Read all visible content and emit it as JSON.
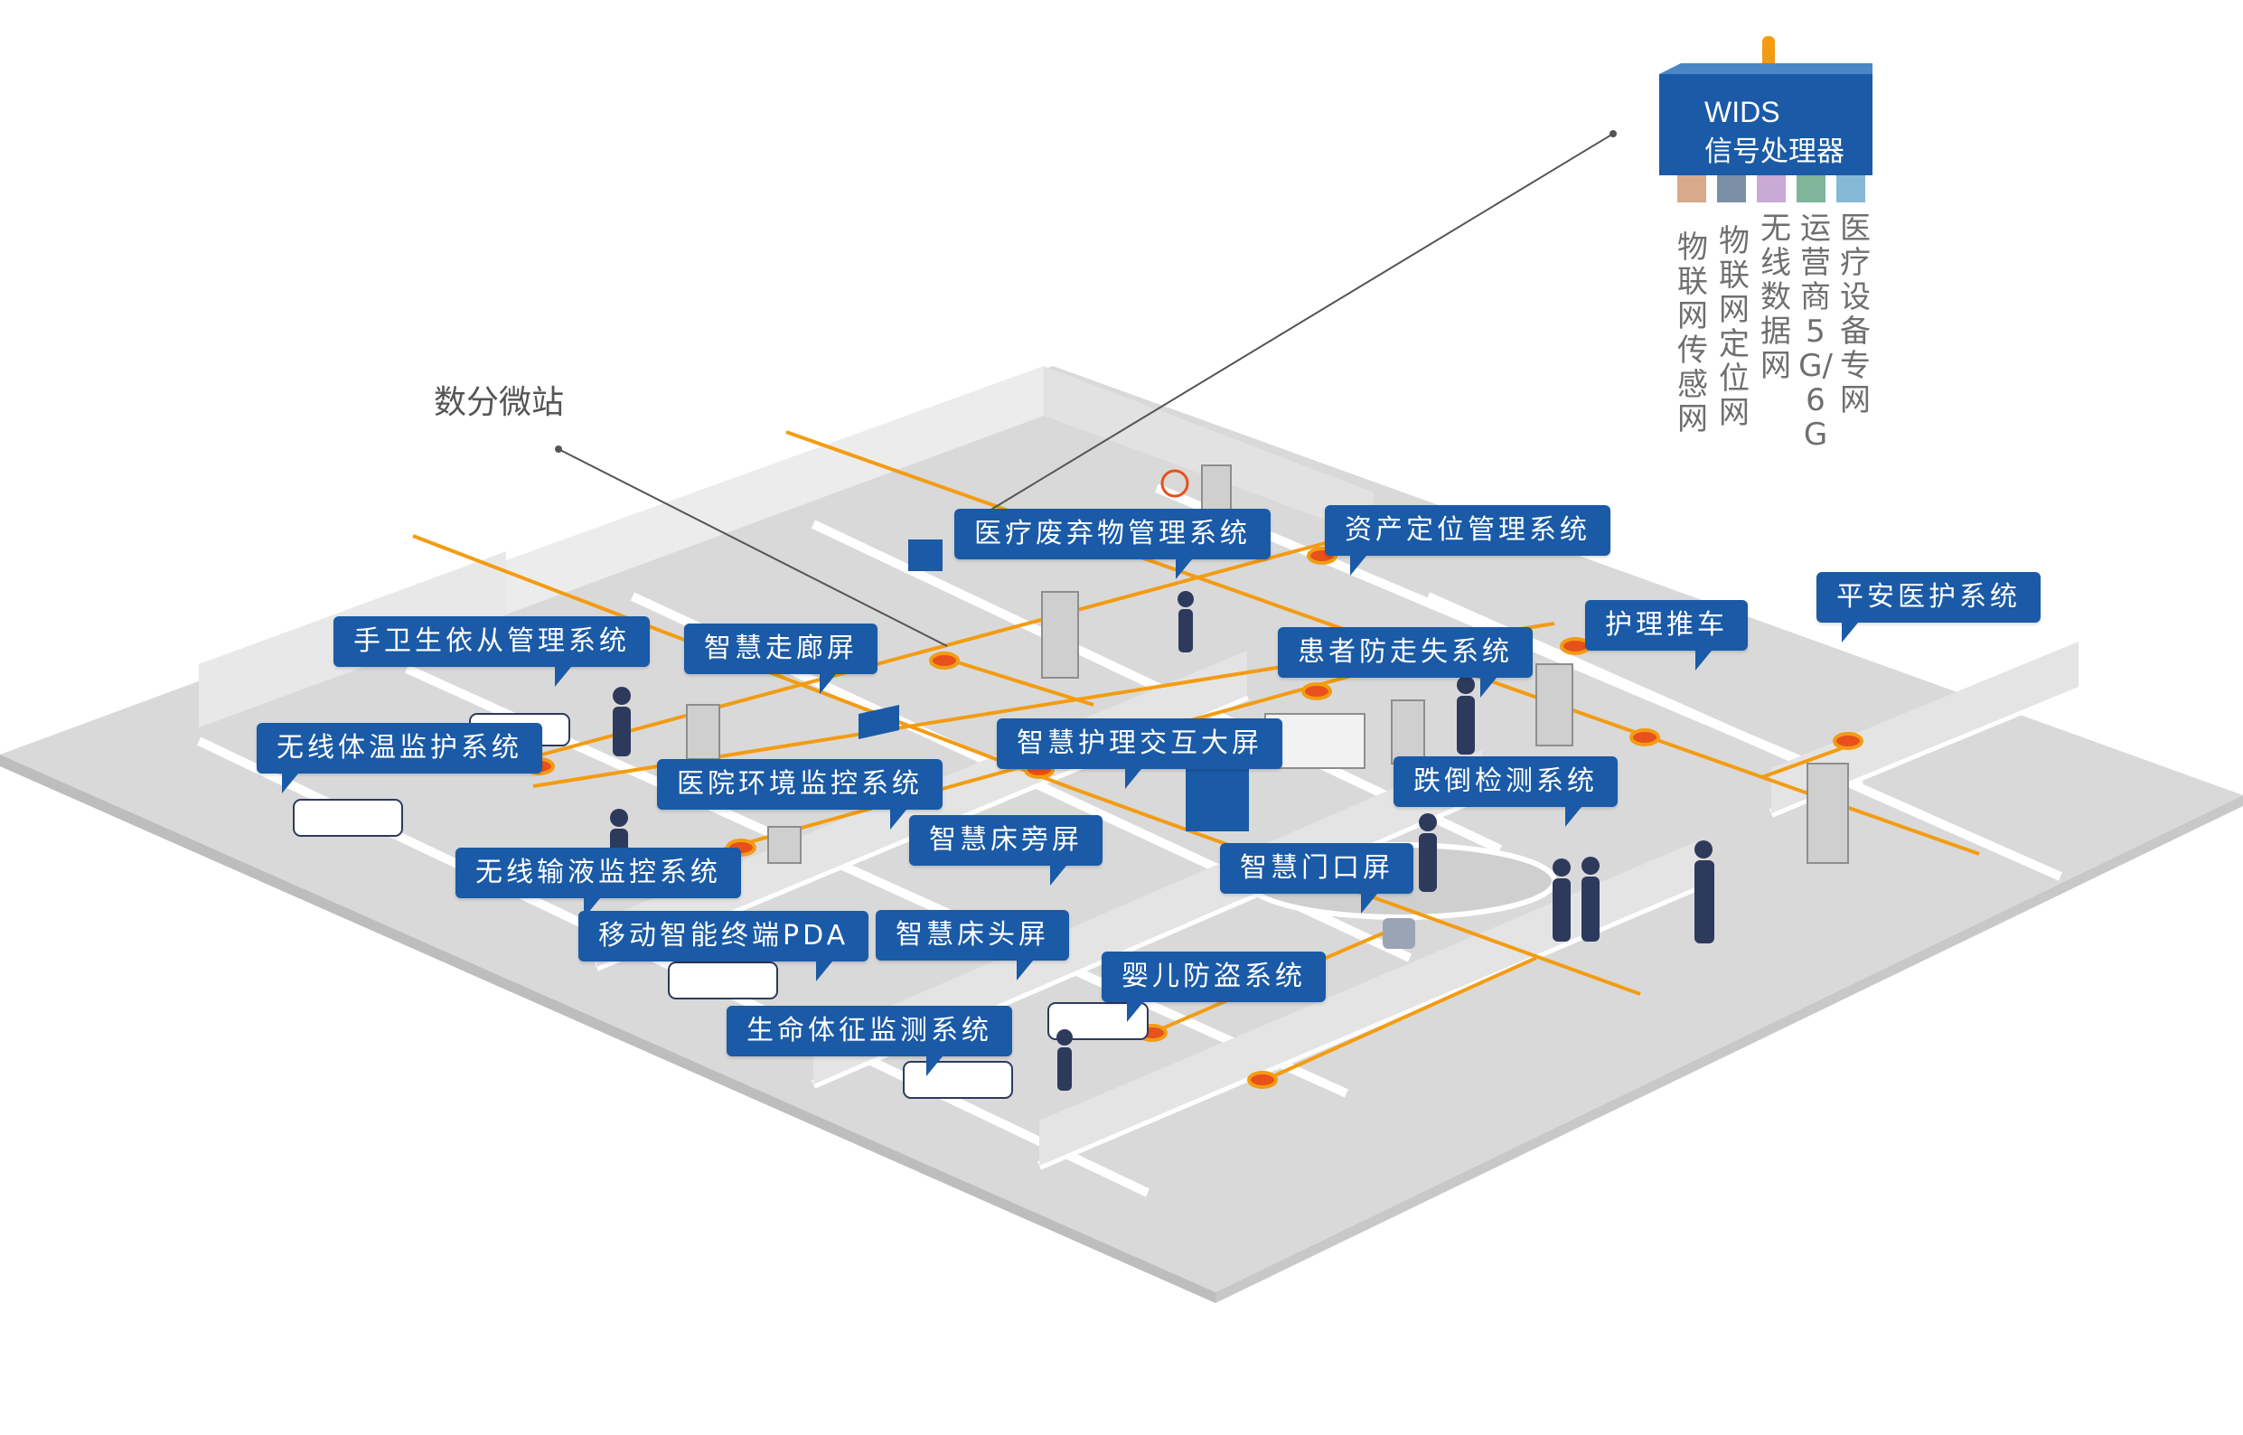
{
  "micro_station_label": "数分微站",
  "processor": {
    "title_line1": "WIDS",
    "title_line2": "信号处理器",
    "body_color": "#1a5aa6",
    "antenna_color": "#f39c12",
    "port_colors": [
      "#d9a98c",
      "#7b8fa6",
      "#c9a9d6",
      "#7fb59b",
      "#85b9d6"
    ]
  },
  "networks": [
    "医疗设备专网",
    "运营商5G/6G",
    "无线数据网",
    "物联网定位网",
    "物联网传感网"
  ],
  "callouts": [
    {
      "label": "医疗废弃物管理系统"
    },
    {
      "label": "资产定位管理系统"
    },
    {
      "label": "手卫生依从管理系统"
    },
    {
      "label": "智慧走廊屏"
    },
    {
      "label": "患者防走失系统"
    },
    {
      "label": "护理推车"
    },
    {
      "label": "平安医护系统"
    },
    {
      "label": "无线体温监护系统"
    },
    {
      "label": "智慧护理交互大屏"
    },
    {
      "label": "医院环境监控系统"
    },
    {
      "label": "跌倒检测系统"
    },
    {
      "label": "智慧床旁屏"
    },
    {
      "label": "智慧门口屏"
    },
    {
      "label": "无线输液监控系统"
    },
    {
      "label": "移动智能终端PDA"
    },
    {
      "label": "智慧床头屏"
    },
    {
      "label": "婴儿防盗系统"
    },
    {
      "label": "生命体征监测系统"
    }
  ],
  "colors": {
    "floor": "#d9d9d9",
    "floor_edge": "#bdbdbd",
    "wall": "#e6e6e6",
    "wall_top": "#ffffff",
    "cable": "#f39c12",
    "node": "#e8501c",
    "callout": "#1a5aa6",
    "figure": "#2e3a5c"
  }
}
